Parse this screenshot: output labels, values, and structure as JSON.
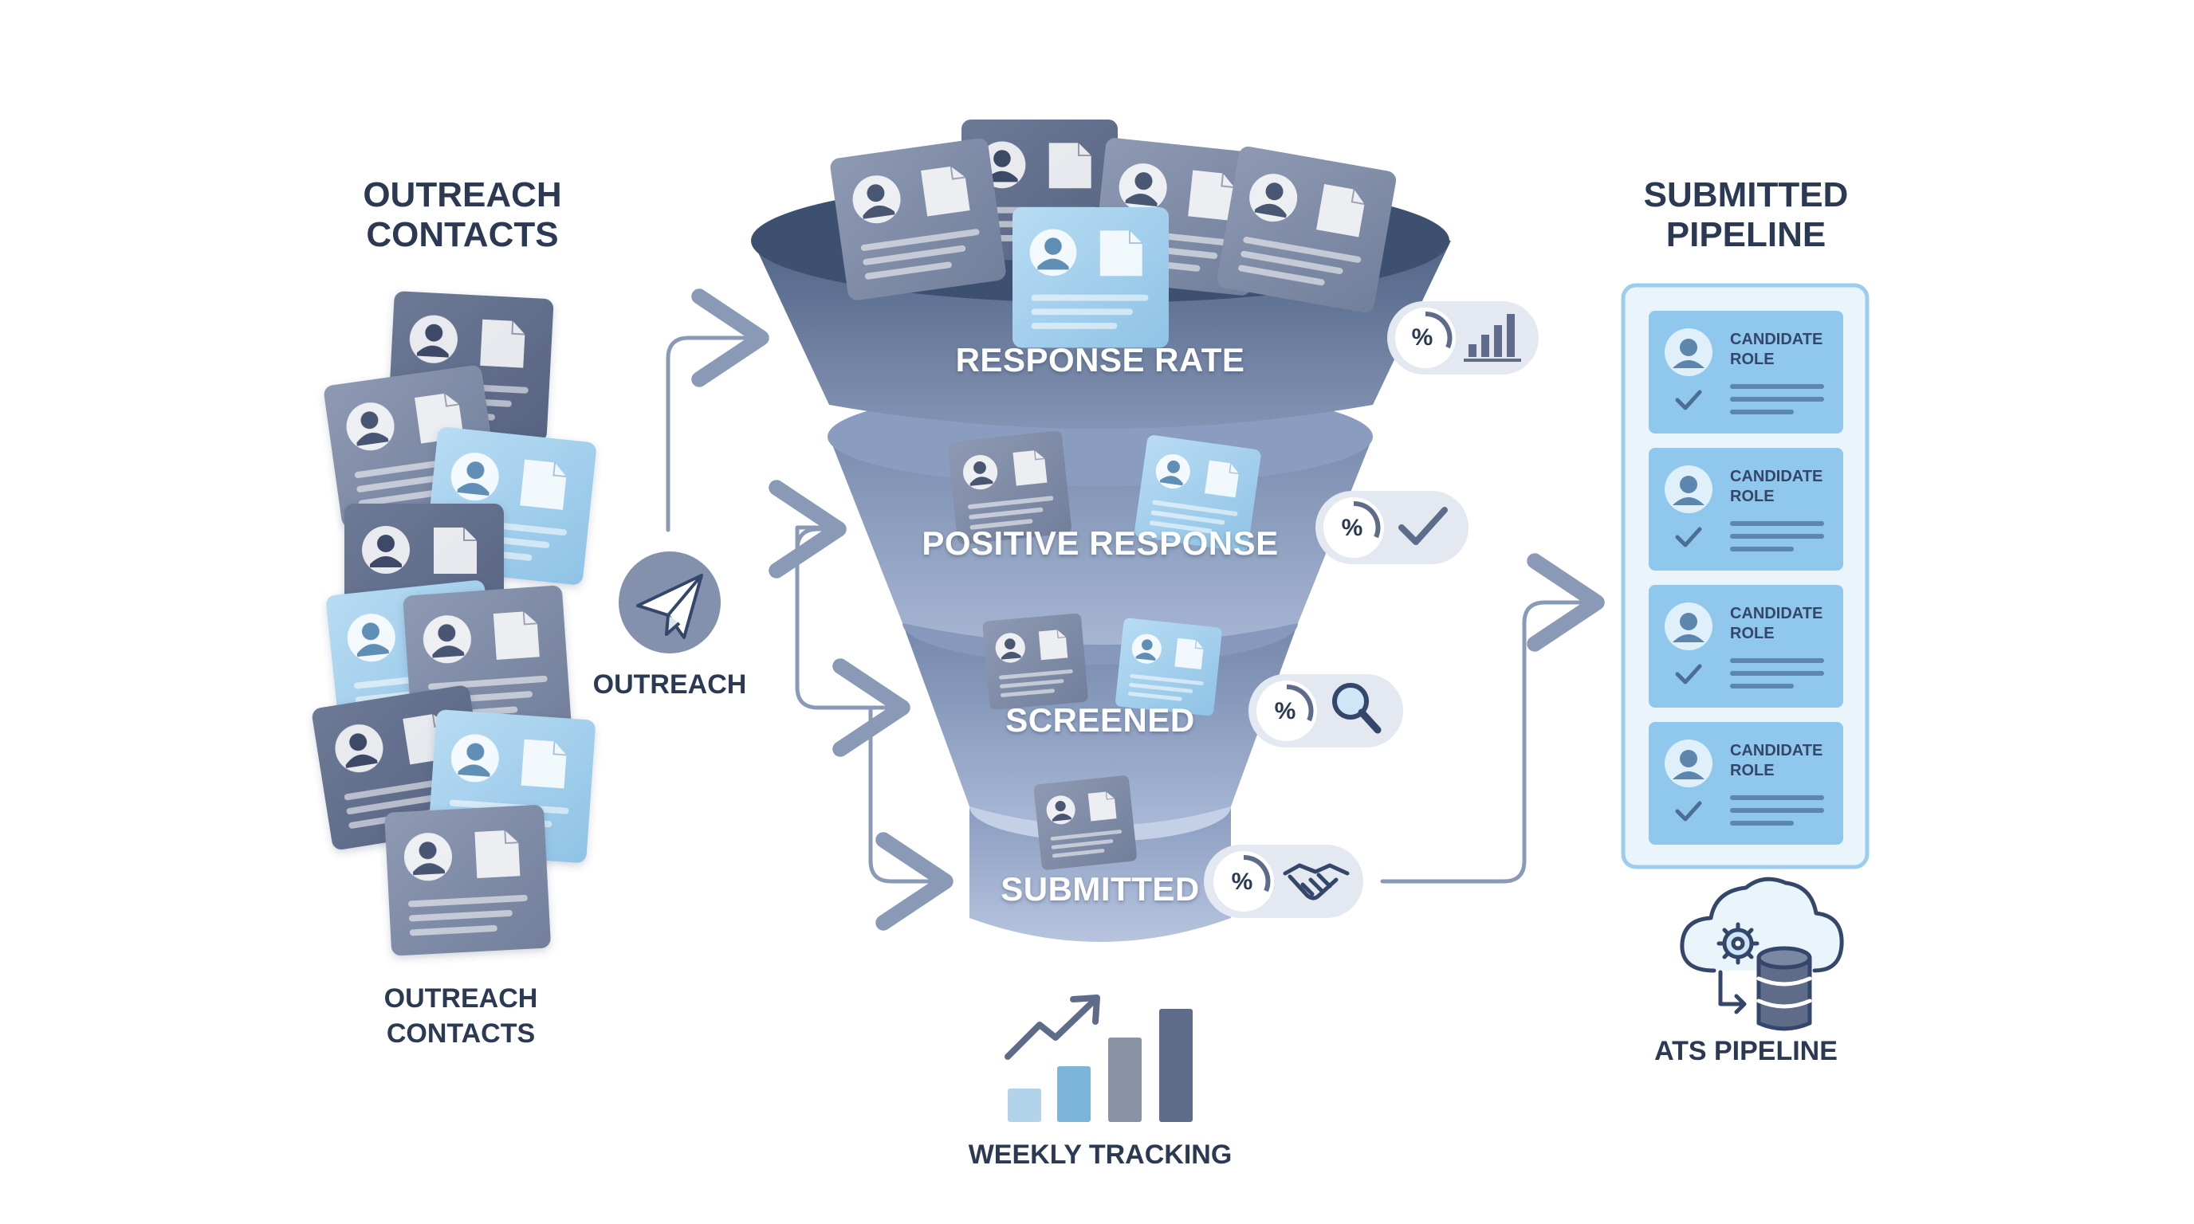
{
  "left_column": {
    "title": "OUTREACH\nCONTACTS",
    "caption": "OUTREACH\nCONTACTS"
  },
  "outreach": {
    "label": "OUTREACH",
    "icon": "paper-plane-icon"
  },
  "funnel": {
    "stages": [
      {
        "label": "RESPONSE RATE",
        "badge_icons": [
          "percent-gauge-icon",
          "bar-chart-icon"
        ]
      },
      {
        "label": "POSITIVE RESPONSE",
        "badge_icons": [
          "percent-gauge-icon",
          "checkmark-icon"
        ]
      },
      {
        "label": "SCREENED",
        "badge_icons": [
          "percent-gauge-icon",
          "magnifier-icon"
        ]
      },
      {
        "label": "SUBMITTED",
        "badge_icons": [
          "percent-gauge-icon",
          "handshake-icon"
        ]
      }
    ],
    "badge_symbol": "%"
  },
  "tracking": {
    "label": "WEEKLY TRACKING",
    "icon": "growth-chart-icon"
  },
  "pipeline": {
    "title": "SUBMITTED\nPIPELINE",
    "slots": [
      {
        "text": "CANDIDATE\nROLE"
      },
      {
        "text": "CANDIDATE\nROLE"
      },
      {
        "text": "CANDIDATE\nROLE"
      },
      {
        "text": "CANDIDATE\nROLE"
      }
    ]
  },
  "ats": {
    "label": "ATS PIPELINE",
    "icon": "cloud-database-icon"
  },
  "colors": {
    "navy": "#2b3a52",
    "slate": "#7a88a3",
    "slate_dark": "#5e6c8a",
    "light_blue": "#8fc1e3",
    "pale_blue": "#cfe6f6",
    "funnel_top": "#4a5d7e",
    "funnel_light": "#9fb0cf",
    "arrow": "#8a9ab6"
  }
}
